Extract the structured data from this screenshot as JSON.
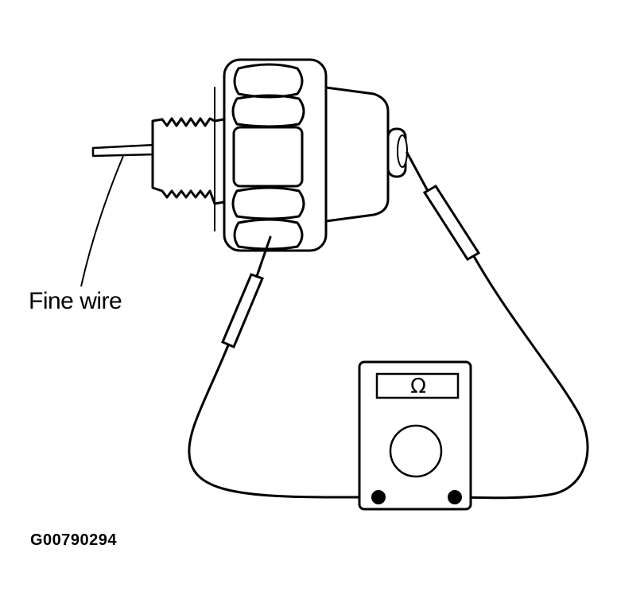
{
  "labels": {
    "fine_wire": "Fine wire",
    "figure_code": "G00790294",
    "meter_symbol": "Ω"
  },
  "colors": {
    "ink": "#000000",
    "paper": "#ffffff"
  },
  "icons": {
    "sensor": "oil-pressure-switch-icon",
    "meter": "ohmmeter-icon"
  }
}
